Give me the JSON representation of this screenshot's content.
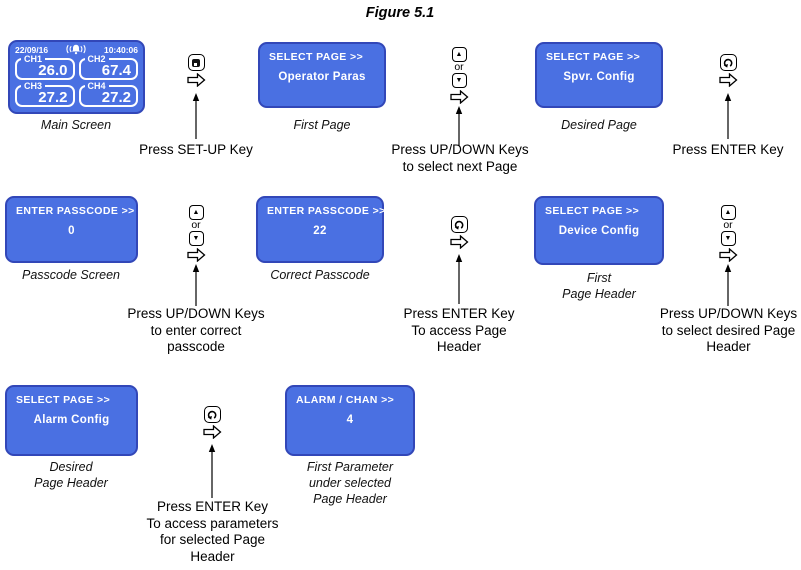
{
  "figure_title": "Figure 5.1",
  "colors": {
    "lcd_fill": "#4a70e2",
    "lcd_border": "#3247b8",
    "lcd_text": "#ffffff",
    "diagram_text": "#000000"
  },
  "main_screen": {
    "date": "22/09/16",
    "time": "10:40:06",
    "bell_icon": "alarm-bell-with-sound-waves",
    "channels": [
      {
        "label": "CH1",
        "value": "26.0"
      },
      {
        "label": "CH2",
        "value": "67.4"
      },
      {
        "label": "CH3",
        "value": "27.2"
      },
      {
        "label": "CH4",
        "value": "27.2"
      }
    ],
    "caption": "Main Screen"
  },
  "screens": {
    "first_page": {
      "header": "SELECT PAGE >>",
      "body": "Operator Paras",
      "caption": "First Page"
    },
    "desired_page": {
      "header": "SELECT PAGE >>",
      "body": "Spvr. Config",
      "caption": "Desired Page"
    },
    "passcode": {
      "header": "ENTER PASSCODE >>",
      "body": "0",
      "caption": "Passcode Screen"
    },
    "correct_passcode": {
      "header": "ENTER PASSCODE >>",
      "body": "22",
      "caption": "Correct Passcode"
    },
    "first_page_header": {
      "header": "SELECT PAGE >>",
      "body": "Device Config",
      "caption": [
        "First",
        "Page Header"
      ]
    },
    "desired_page_header": {
      "header": "SELECT PAGE >>",
      "body": "Alarm Config",
      "caption": [
        "Desired",
        "Page Header"
      ]
    },
    "first_parameter": {
      "header": "ALARM / CHAN >>",
      "body": "4",
      "caption": [
        "First Parameter",
        "under selected",
        "Page Header"
      ]
    }
  },
  "keys": {
    "or_label": "or",
    "up_glyph": "▲",
    "down_glyph": "▼",
    "setup_key_icon": "set-up-key",
    "enter_key_icon": "enter-key",
    "up_key_icon": "up-arrow-key",
    "down_key_icon": "down-arrow-key"
  },
  "captions": {
    "setup": "Press SET-UP Key",
    "updown_next": [
      "Press UP/DOWN Keys",
      "to select next Page"
    ],
    "enter_first": "Press ENTER Key",
    "updown_passcode": [
      "Press UP/DOWN Keys",
      "to enter correct",
      "passcode"
    ],
    "enter_page_header": [
      "Press ENTER Key",
      "To access Page",
      "Header"
    ],
    "updown_desired": [
      "Press UP/DOWN Keys",
      "to select desired Page",
      "Header"
    ],
    "enter_params": [
      "Press ENTER Key",
      "To access parameters",
      "for selected Page",
      "Header"
    ]
  }
}
